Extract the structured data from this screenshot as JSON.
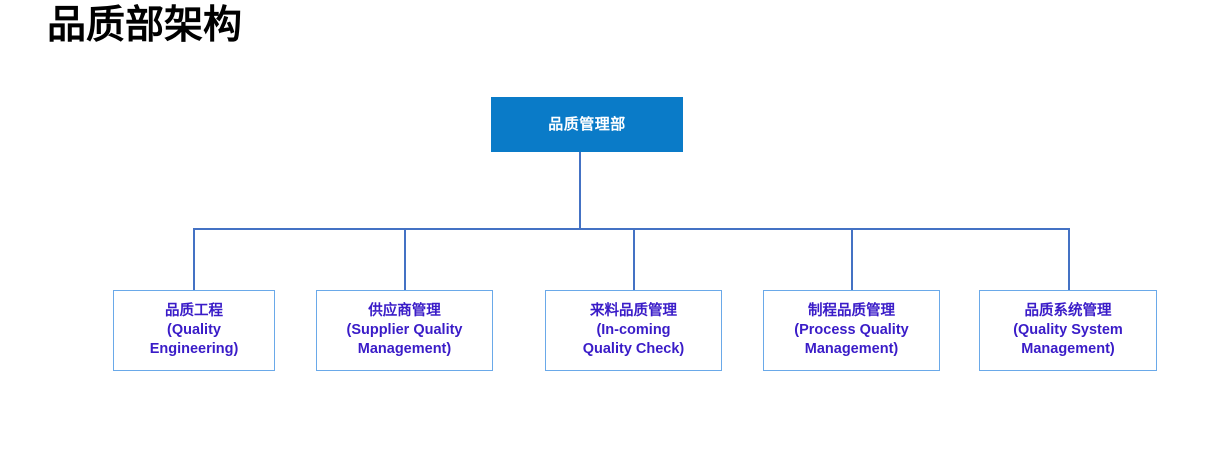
{
  "page": {
    "title": "品质部架构",
    "background_color": "#FFFFFF"
  },
  "colors": {
    "title_text": "#000000",
    "root_fill": "#0A7BC8",
    "root_text": "#FFFFFF",
    "connector_line": "#4472C4",
    "child_border": "#6AA9E9",
    "child_fill": "#FFFFFF",
    "child_text": "#3A1CC8"
  },
  "org_chart": {
    "root": {
      "label": "品质管理部",
      "name_cn": "品质管理部",
      "name_en": ""
    },
    "children": [
      {
        "label": "品质工程\n(Quality\nEngineering)",
        "name_cn": "品质工程",
        "name_en": "(Quality Engineering)"
      },
      {
        "label": "供应商管理\n(Supplier Quality\nManagement)",
        "name_cn": "供应商管理",
        "name_en": "(Supplier Quality Management)"
      },
      {
        "label": "来料品质管理\n(In-coming\nQuality Check)",
        "name_cn": "来料品质管理",
        "name_en": "(In-coming Quality Check)"
      },
      {
        "label": "制程品质管理\n(Process Quality\nManagement)",
        "name_cn": "制程品质管理",
        "name_en": "(Process Quality Management)"
      },
      {
        "label": "品质系统管理\n(Quality System\nManagement)",
        "name_cn": "品质系统管理",
        "name_en": "(Quality System Management)"
      }
    ]
  }
}
